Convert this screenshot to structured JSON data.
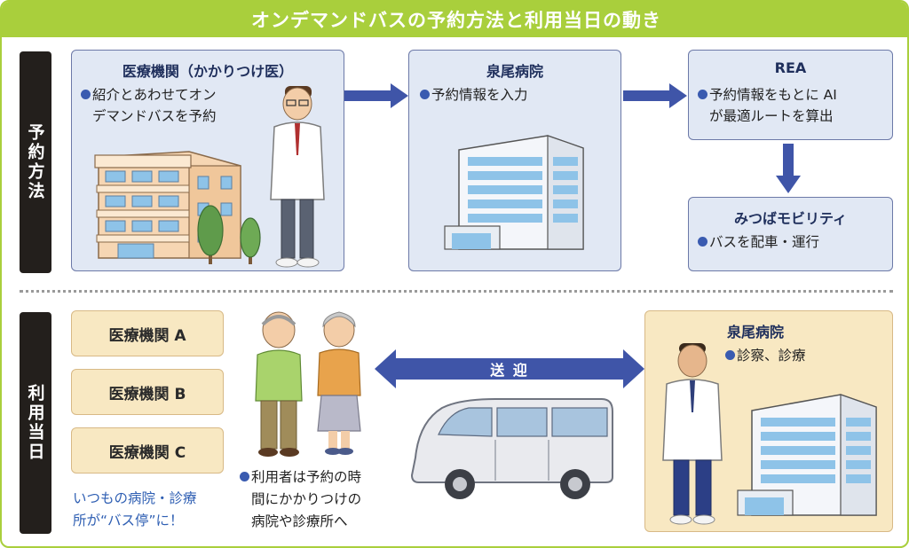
{
  "title": "オンデマンドバスの予約方法と利用当日の動き",
  "sections": {
    "reservation_label": "予約方法",
    "usage_label": "利用当日"
  },
  "reservation": {
    "clinic": {
      "title": "医療機関（かかりつけ医）",
      "line1": "紹介とあわせてオン",
      "line2": "デマンドバスを予約"
    },
    "hospital": {
      "title": "泉尾病院",
      "line1": "予約情報を入力"
    },
    "rea": {
      "title": "REA",
      "line1": "予約情報をもとに AI",
      "line2": "が最適ルートを算出"
    },
    "mobility": {
      "title": "みつばモビリティ",
      "line1": "バスを配車・運行"
    }
  },
  "usage": {
    "facilities": [
      "医療機関 A",
      "医療機関 B",
      "医療機関 C"
    ],
    "bus_stop_note": {
      "line1": "いつもの病院・診療",
      "line2": "所が“バス停”に！"
    },
    "user_note": {
      "line1": "利用者は予約の時",
      "line2": "間にかかりつけの",
      "line3": "病院や診療所へ"
    },
    "transfer_label": "送 迎",
    "hospital": {
      "title": "泉尾病院",
      "line1": "診察、診療"
    }
  },
  "colors": {
    "title_bar": "#a9cf3c",
    "panel_blue": "#e1e8f4",
    "panel_tan": "#f8e8c2",
    "arrow": "#3f55a8",
    "bullet": "#3a5bb0",
    "note_text": "#2f5fb3"
  }
}
